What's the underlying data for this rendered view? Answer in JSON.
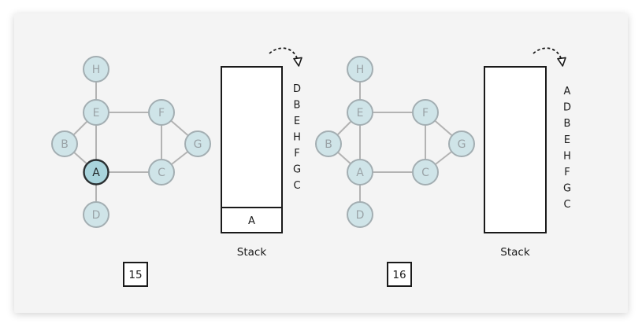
{
  "colors": {
    "node_fill": "#cfe4e8",
    "node_stroke": "#a3aeb2",
    "node_text": "#9aa3a7",
    "active_fill": "#a9d4dc",
    "active_stroke": "#2a2f31",
    "active_text": "#1f2426",
    "edge": "#b3b3b3",
    "ink": "#1a1a1a"
  },
  "panels": [
    {
      "step_label": "15",
      "stack_label": "Stack",
      "stack_items": [
        "A"
      ],
      "queue": [
        "D",
        "B",
        "E",
        "H",
        "F",
        "G",
        "C"
      ],
      "nodes": [
        {
          "label": "H",
          "active": false
        },
        {
          "label": "E",
          "active": false
        },
        {
          "label": "F",
          "active": false
        },
        {
          "label": "B",
          "active": false
        },
        {
          "label": "G",
          "active": false
        },
        {
          "label": "A",
          "active": true
        },
        {
          "label": "C",
          "active": false
        },
        {
          "label": "D",
          "active": false
        }
      ],
      "edges": [
        [
          "H",
          "E"
        ],
        [
          "E",
          "B"
        ],
        [
          "E",
          "A"
        ],
        [
          "E",
          "F"
        ],
        [
          "B",
          "A"
        ],
        [
          "A",
          "D"
        ],
        [
          "A",
          "C"
        ],
        [
          "F",
          "C"
        ],
        [
          "F",
          "G"
        ],
        [
          "C",
          "G"
        ]
      ]
    },
    {
      "step_label": "16",
      "stack_label": "Stack",
      "stack_items": [],
      "queue": [
        "A",
        "D",
        "B",
        "E",
        "H",
        "F",
        "G",
        "C"
      ],
      "nodes": [
        {
          "label": "H",
          "active": false
        },
        {
          "label": "E",
          "active": false
        },
        {
          "label": "F",
          "active": false
        },
        {
          "label": "B",
          "active": false
        },
        {
          "label": "G",
          "active": false
        },
        {
          "label": "A",
          "active": false
        },
        {
          "label": "C",
          "active": false
        },
        {
          "label": "D",
          "active": false
        }
      ],
      "edges": [
        [
          "H",
          "E"
        ],
        [
          "E",
          "B"
        ],
        [
          "E",
          "A"
        ],
        [
          "E",
          "F"
        ],
        [
          "B",
          "A"
        ],
        [
          "A",
          "D"
        ],
        [
          "A",
          "C"
        ],
        [
          "F",
          "C"
        ],
        [
          "F",
          "G"
        ],
        [
          "C",
          "G"
        ]
      ]
    }
  ]
}
